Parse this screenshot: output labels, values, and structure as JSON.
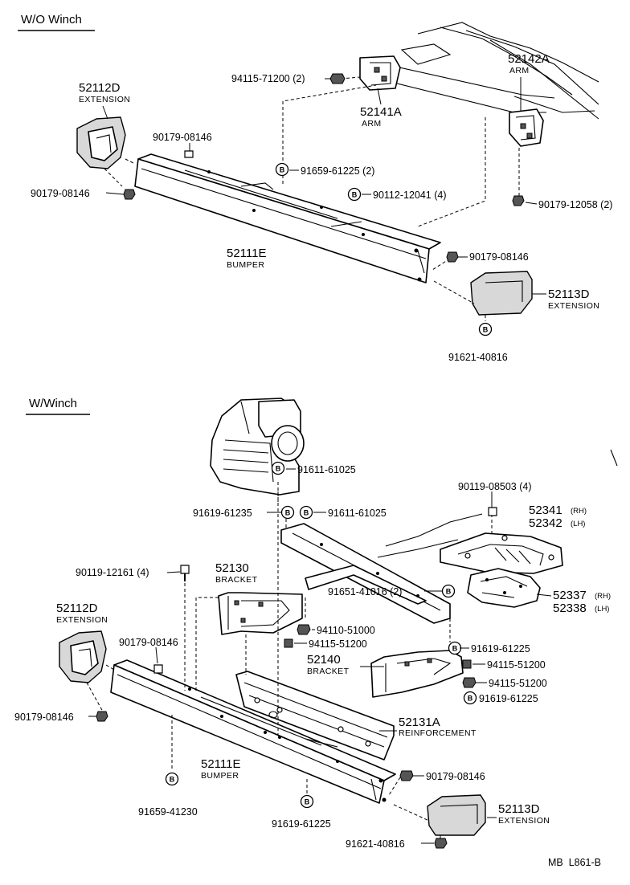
{
  "sections": {
    "without_winch": "W/O Winch",
    "with_winch": "W/Winch"
  },
  "bolt_symbol": "B",
  "labels": {
    "t_52112D": "52112D",
    "t_extension_1": "EXTENSION",
    "t_90179_08146_a": "90179-08146",
    "t_90179_08146_b": "90179-08146",
    "t_94115_71200": "94115-71200 (2)",
    "t_52141A": "52141A",
    "t_arm_1": "ARM",
    "t_52142A": "52142A",
    "t_arm_2": "ARM",
    "t_91659_61225": "91659-61225 (2)",
    "t_90112_12041": "90112-12041 (4)",
    "t_90179_12058": "90179-12058 (2)",
    "t_52111E_1": "52111E",
    "t_bumper_1": "BUMPER",
    "t_90179_08146_c": "90179-08146",
    "t_52113D_1": "52113D",
    "t_extension_2": "EXTENSION",
    "t_91621_40816_1": "91621-40816",
    "t_91611_61025_a": "91611-61025",
    "t_91619_61235": "91619-61235",
    "t_91611_61025_b": "91611-61025",
    "t_90119_08503": "90119-08503 (4)",
    "t_52341": "52341",
    "t_rh_1": "(RH)",
    "t_52342": "52342",
    "t_lh_1": "(LH)",
    "t_90119_12161": "90119-12161 (4)",
    "t_52130": "52130",
    "t_bracket_1": "BRACKET",
    "t_91651_41016": "91651-41016 (2)",
    "t_52337": "52337",
    "t_rh_2": "(RH)",
    "t_52338": "52338",
    "t_lh_2": "(LH)",
    "t_52112D_2": "52112D",
    "t_extension_3": "EXTENSION",
    "t_94110_51000": "94110-51000",
    "t_94115_51200_a": "94115-51200",
    "t_90179_08146_d": "90179-08146",
    "t_91619_61225_a": "91619-61225",
    "t_52140": "52140",
    "t_bracket_2": "BRACKET",
    "t_94115_51200_b": "94115-51200",
    "t_94115_51200_c": "94115-51200",
    "t_91619_61225_b": "91619-61225",
    "t_90179_08146_e": "90179-08146",
    "t_52131A": "52131A",
    "t_reinforcement": "REINFORCEMENT",
    "t_52111E_2": "52111E",
    "t_bumper_2": "BUMPER",
    "t_90179_08146_f": "90179-08146",
    "t_91659_41230": "91659-41230",
    "t_91619_61225_c": "91619-61225",
    "t_52113D_2": "52113D",
    "t_extension_4": "EXTENSION",
    "t_91621_40816_2": "91621-40816"
  },
  "footer_ref": "MB  L861-B"
}
